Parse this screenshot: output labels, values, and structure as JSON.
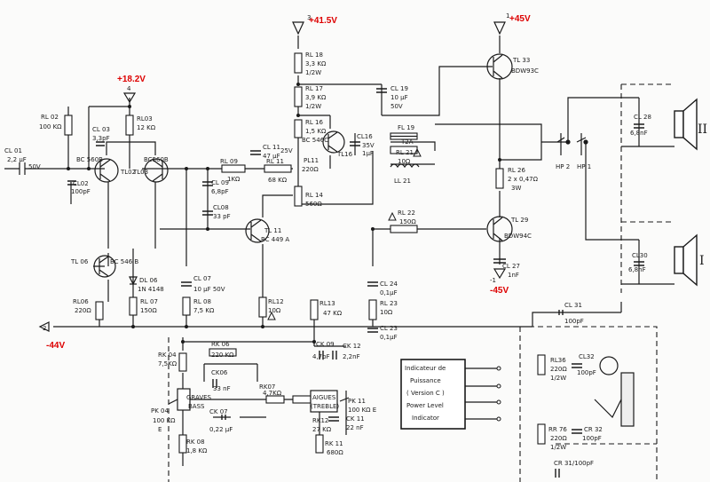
{
  "rails": {
    "v415": "+41.5V",
    "v45": "+45V",
    "v182": "+18.2V",
    "m45": "-45V",
    "m44": "-44V"
  },
  "terminals": {
    "t3": "3",
    "t1": "1",
    "t4": "4",
    "t2": "2",
    "tm1": "-1"
  },
  "labels": {
    "cl01": "CL 01",
    "cl01v": "2,2 µF",
    "cl01b": "50V",
    "rl02": "RL 02",
    "rl02v": "100 KΩ",
    "cl03": "CL 03",
    "cl03v": "3,3pF",
    "rl03": "RL03",
    "rl03v": "12 KΩ",
    "bc560b1": "BC 560B",
    "bc560b2": "BC560B",
    "tl02": "TL02",
    "tl03": "TL03",
    "cl02": "CL02",
    "cl02v": "100pF",
    "tl06": "TL 06",
    "bc546b": "BC 546 B",
    "dl06": "DL 06",
    "dl06v": "1N 4148",
    "rl06": "RL06",
    "rl06v": "220Ω",
    "rl07": "RL 07",
    "rl07v": "150Ω",
    "cl07": "CL 07",
    "cl07v": "10 µF 50V",
    "rl08": "RL 08",
    "rl08v": "7,5 KΩ",
    "rl09": "RL 09",
    "rl09v": "1KΩ",
    "cl09": "CL 09",
    "cl09v": "6,8pF",
    "cl08": "CL08",
    "cl08v": "33 pF",
    "rl11": "RL 11",
    "rl11v": "68 KΩ",
    "cl11": "CL 11",
    "cl11v": "47 µF",
    "cl11b": "25V",
    "tl11": "TL 11",
    "bc449a": "BC 449 A",
    "rl12": "RL12",
    "rl12v": "10Ω",
    "rl18": "RL 18",
    "rl18v": "3,3 KΩ",
    "rl18w": "1/2W",
    "rl17": "RL 17",
    "rl17v": "3,9 KΩ",
    "rl17w": "1/2W",
    "rl16": "RL 16",
    "rl16v": "1,5 KΩ",
    "bc546c": "BC 546C",
    "pl11": "PL11",
    "pl11v": "220Ω",
    "tl16": "TL16",
    "cl16": "CL16",
    "cl16v": "35V",
    "cl16b": "1µF",
    "cl19": "CL 19",
    "cl19v": "10 µF",
    "cl19b": "50V",
    "rl14": "RL 14",
    "rl14v": "560Ω",
    "rl13": "RL13",
    "rl13v": "47 KΩ",
    "fl19": "FL 19",
    "fl19v": "T2A",
    "rl21": "RL 21",
    "rl21v": "10Ω",
    "ll21": "LL 21",
    "rl22": "RL 22",
    "rl22v": "150Ω",
    "cl24": "CL 24",
    "cl24v": "0,1µF",
    "rl23": "RL 23",
    "rl23v": "10Ω",
    "cl23": "CL 23",
    "cl23v": "0,1µF",
    "tl33": "TL 33",
    "bdw93c": "BDW93C",
    "rl26": "RL 26",
    "rl26v": "2 x 0,47Ω",
    "rl26w": "3W",
    "tl29": "TL 29",
    "bdw94c": "BDW94C",
    "cl27": "CL 27",
    "cl27v": "1nF",
    "hp2": "HP 2",
    "hp1": "HP 1",
    "cl28": "CL 28",
    "cl28v": "6,8nF",
    "cl30": "CL30",
    "cl30v": "6,8nF",
    "spk2": "II",
    "spk1": "I",
    "cl31": "CL 31",
    "cl31v": "100pF",
    "rl36": "RL36",
    "rl36v": "220Ω",
    "rl36w": "1/2W",
    "cl32": "CL32",
    "cl32v": "100pF",
    "rr76": "RR 76",
    "rr76v": "220Ω",
    "rr76w": "1/2W",
    "cr32": "CR 32",
    "cr32v": "100pF",
    "cr31": "CR 31/100pF",
    "ind1": "Indicateur de",
    "ind2": "Puissance",
    "ind3": "( Version C )",
    "ind4": "Power Level",
    "ind5": "Indicator",
    "ck09": "CK 09",
    "ck09v": "4,7pF",
    "ck12": "CK 12",
    "ck12v": "2,2nF",
    "rk04": "RK 04",
    "rk04v": "7,5KΩ",
    "rk06": "RK 06",
    "rk06v": "220 KΩ",
    "ck06": "CK06",
    "ck06v": "33 nF",
    "ck07": "CK 07",
    "ck07v": "0,22 µF",
    "rk07": "RK07",
    "rk07v": "4,7KΩ",
    "graves": "GRAVES",
    "bass": "BASS",
    "pk04": "PK 04",
    "pk04v": "100 KΩ",
    "pk04e": "E",
    "rk08": "RK 08",
    "rk08v": "1,8 KΩ",
    "aigues": "AIGUES",
    "treble": "(TREBLE)",
    "pk11": "PK 11",
    "pk11v": "100 KΩ E",
    "rk12": "RK12",
    "rk12v": "27 KΩ",
    "ck11": "CK 11",
    "ck11v": "22 nF",
    "rk11": "RK 11",
    "rk11v": "680Ω"
  }
}
